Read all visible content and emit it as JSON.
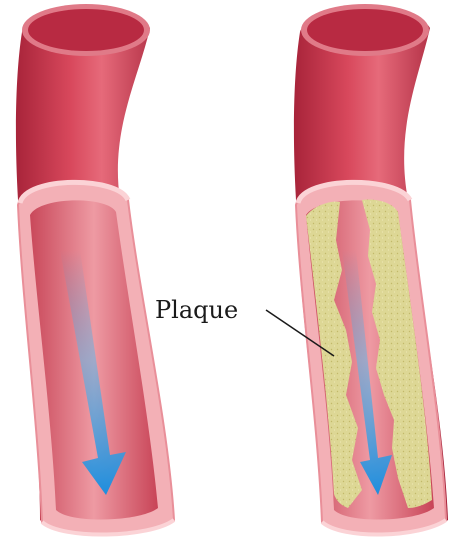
{
  "labels": {
    "plaque": "Plaque"
  },
  "colors": {
    "background": "#ffffff",
    "vessel_outer": "#c23048",
    "vessel_inner_wall": "#f0a4aa",
    "vessel_lumen": "#d9707c",
    "plaque_fill": "#ded897",
    "flow_arrow": "#2f9fe0"
  },
  "panels": [
    {
      "name": "healthy-artery",
      "has_plaque": false
    },
    {
      "name": "narrowed-artery",
      "has_plaque": true
    }
  ]
}
